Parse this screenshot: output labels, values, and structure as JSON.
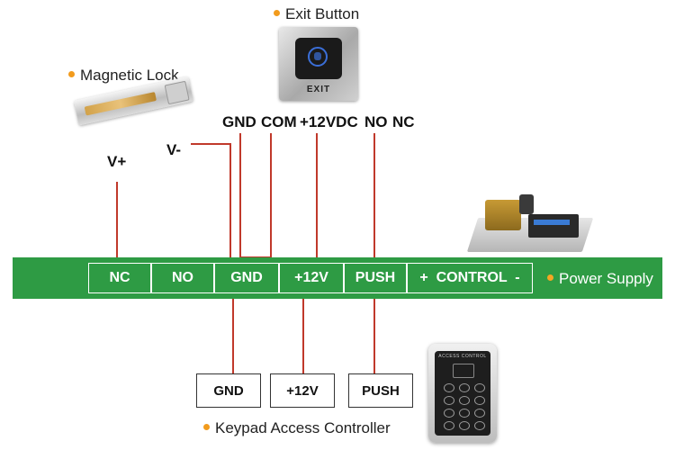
{
  "exit_button": {
    "caption": "Exit Button",
    "device_text": "EXIT"
  },
  "magnetic_lock": {
    "caption": "Magnetic Lock",
    "v_plus": "V+",
    "v_minus": "V-"
  },
  "exit_pins": [
    "GND",
    "COM",
    "+12VDC",
    "NO",
    "NC"
  ],
  "power_supply": {
    "caption": "Power Supply",
    "terminals": [
      "NC",
      "NO",
      "GND",
      "+12V",
      "PUSH",
      "+  CONTROL  -"
    ],
    "bus_color": "#2e9b44"
  },
  "keypad": {
    "caption": "Keypad Access Controller",
    "terminals": [
      "GND",
      "+12V",
      "PUSH"
    ],
    "device_title": "ACCESS CONTROL"
  },
  "colors": {
    "wire": "#c0392b",
    "bullet": "#f29b1d"
  }
}
